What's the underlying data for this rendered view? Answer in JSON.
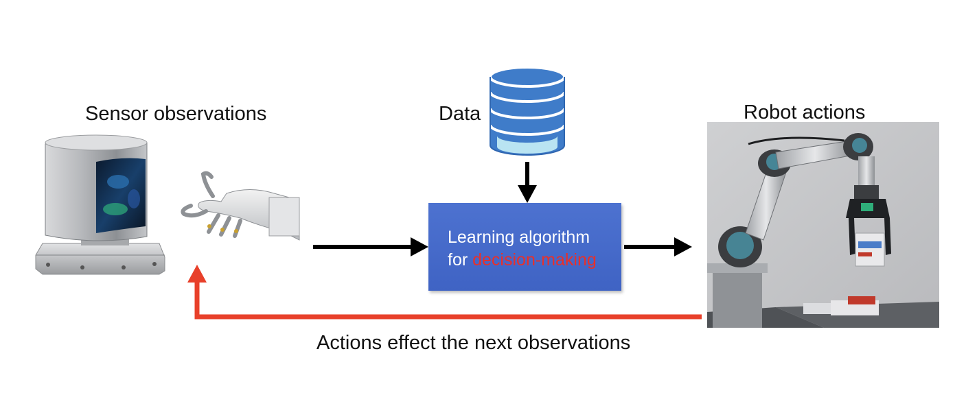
{
  "labels": {
    "sensor": "Sensor observations",
    "data": "Data",
    "robot": "Robot actions",
    "feedback": "Actions effect the next observations"
  },
  "algorithm": {
    "line1": "Learning algorithm",
    "line2_prefix": "for ",
    "line2_highlight": "decision-making"
  },
  "colors": {
    "box_fill": "#4468c8",
    "highlight_text": "#e8302a",
    "feedback_arrow": "#e8402a",
    "flow_arrow": "#000000",
    "database": "#3d78c8"
  },
  "icons": {
    "database": "database-icon",
    "lidar": "lidar-sensor-image",
    "hand": "robotic-hand-image",
    "robot_arm": "robot-arm-image"
  }
}
